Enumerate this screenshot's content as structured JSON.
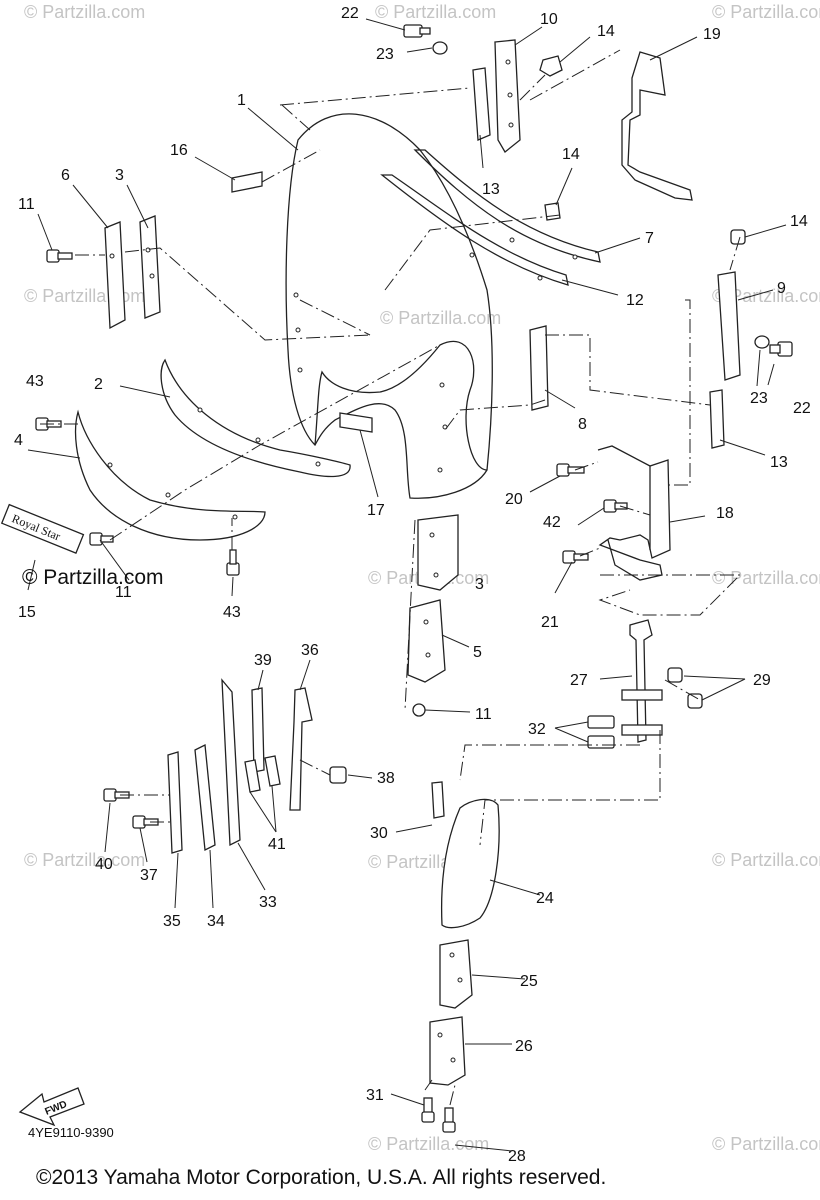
{
  "watermark": "© Partzilla.com",
  "brand_label": "© Partzilla.com",
  "badge_text": "Royal Star",
  "fwd_label": "FWD",
  "diagram_code": "4YE9110-9390",
  "copyright": "©2013 Yamaha Motor Corporation, U.S.A. All rights reserved.",
  "callouts": {
    "c1": "1",
    "c2": "2",
    "c3a": "3",
    "c3b": "3",
    "c4": "4",
    "c5": "5",
    "c6": "6",
    "c7": "7",
    "c8": "8",
    "c9": "9",
    "c10": "10",
    "c11a": "11",
    "c11b": "11",
    "c11c": "11",
    "c12": "12",
    "c13a": "13",
    "c13b": "13",
    "c14a": "14",
    "c14b": "14",
    "c14c": "14",
    "c15": "15",
    "c16": "16",
    "c17": "17",
    "c18": "18",
    "c19": "19",
    "c20": "20",
    "c21": "21",
    "c22a": "22",
    "c22b": "22",
    "c23a": "23",
    "c23b": "23",
    "c24": "24",
    "c25": "25",
    "c26": "26",
    "c27": "27",
    "c28": "28",
    "c29": "29",
    "c30": "30",
    "c31": "31",
    "c32": "32",
    "c33": "33",
    "c34": "34",
    "c35": "35",
    "c36": "36",
    "c37": "37",
    "c38": "38",
    "c39": "39",
    "c40": "40",
    "c41": "41",
    "c42": "42",
    "c43a": "43",
    "c43b": "43"
  }
}
